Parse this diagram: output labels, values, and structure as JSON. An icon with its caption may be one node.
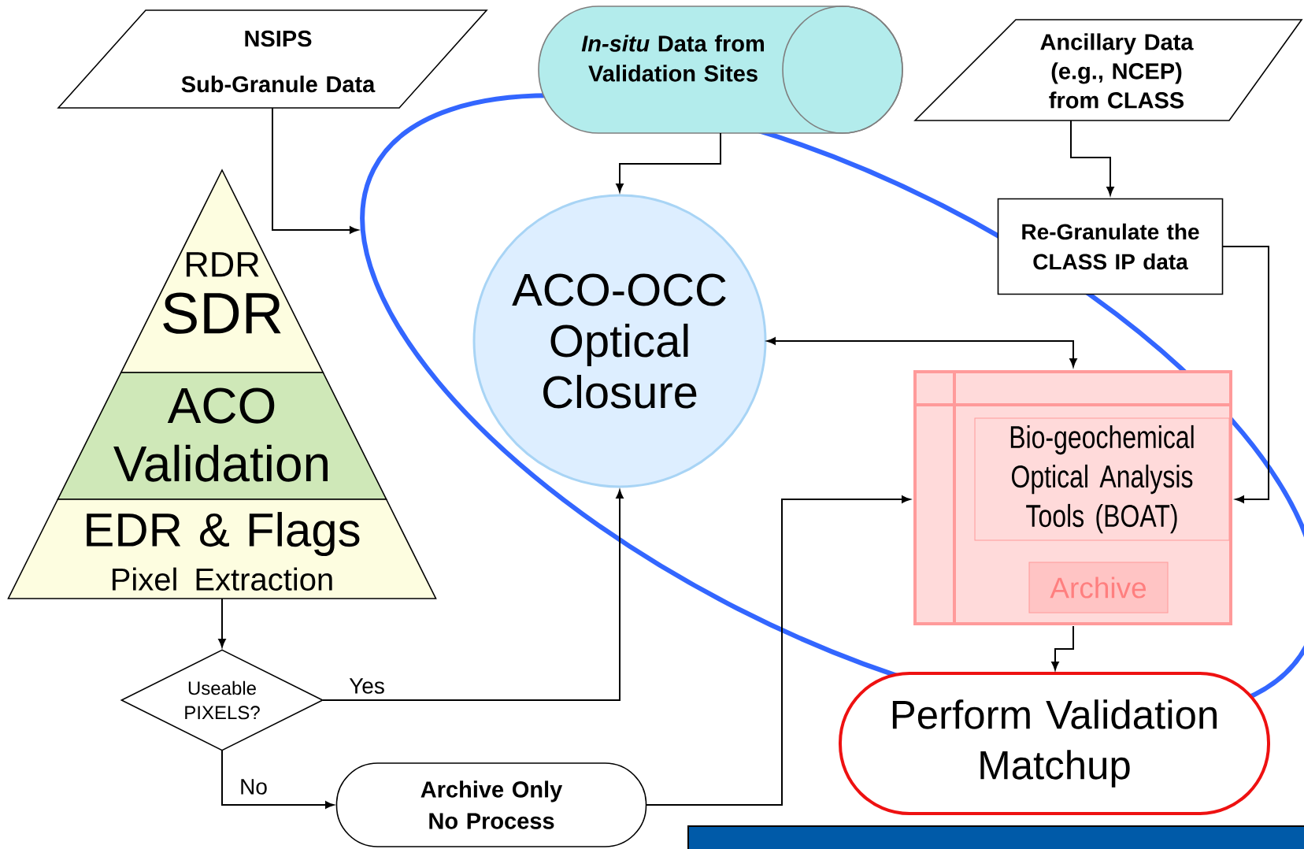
{
  "diagram": {
    "nodes": [
      {
        "text": [
          "NSIPS",
          "Sub-Granule Data"
        ]
      },
      {
        "text": [
          "*In-situ* Data from Validation Sites"
        ]
      },
      {
        "text": [
          "Ancillary Data (e.g., NCEP) from CLASS"
        ]
      },
      {
        "text": [
          "RDR",
          "SDR"
        ]
      },
      {
        "text": [
          "ACO Validation"
        ]
      },
      {
        "text": [
          "EDR & Flags",
          "Pixel Extraction"
        ]
      },
      {
        "text": [
          "ACO-OCC Optical Closure"
        ]
      },
      {
        "text": [
          "Re-Granulate the CLASS IP data"
        ]
      },
      {
        "text": [],
        "shape": "box"
      },
      {
        "text": [
          "Bio-geochemical Optical Analysis Tools (BOAT)"
        ],
        "in": 8
      },
      {
        "text": [
          "Archive"
        ],
        "in": 8
      },
      {
        "text": [
          "Useable PIXELS?"
        ]
      },
      {
        "text": [
          "Archive Only No Process"
        ]
      },
      {
        "text": [
          "Perform Validation Matchup"
        ]
      }
    ],
    "edges": [
      {
        "from": 0,
        "to": null,
        "arrow": "to"
      },
      {
        "from": 1,
        "to": 6,
        "arrow": "to"
      },
      {
        "from": 2,
        "to": 7,
        "arrow": "to"
      },
      {
        "from": 7,
        "to": 8,
        "arrow": "to"
      },
      {
        "from": 6,
        "to": 8,
        "arrow": "both"
      },
      {
        "from": 5,
        "to": 11,
        "arrow": "to"
      },
      {
        "from": 11,
        "to": 6,
        "arrow": "to",
        "label": "Yes"
      },
      {
        "from": 11,
        "to": 12,
        "arrow": "to",
        "label": "No"
      },
      {
        "from": 12,
        "to": 8,
        "arrow": "to"
      },
      {
        "from": 8,
        "to": 13,
        "arrow": "to"
      }
    ]
  }
}
